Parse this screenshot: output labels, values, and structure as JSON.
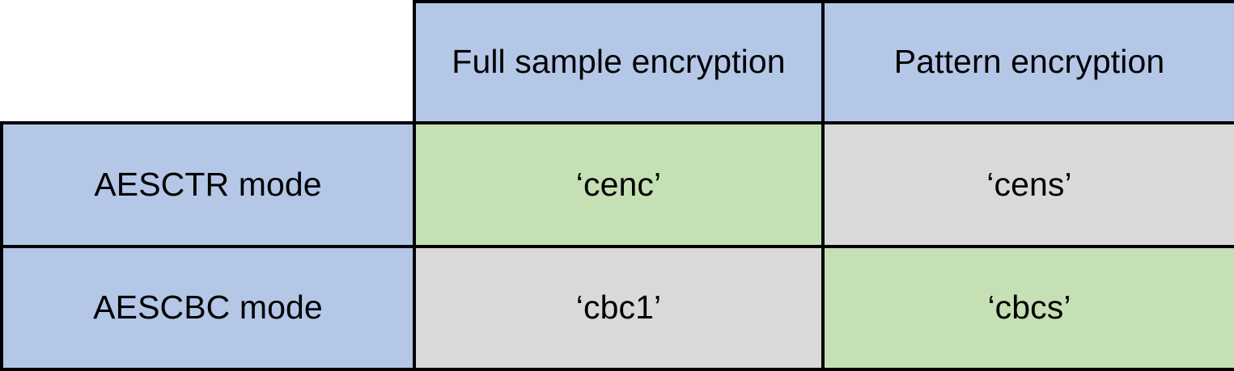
{
  "table": {
    "corner_label": "",
    "column_headers": [
      {
        "label": "Full sample encryption",
        "name": "full-sample-encryption"
      },
      {
        "label": "Pattern encryption",
        "name": "pattern-encryption"
      }
    ],
    "row_headers": [
      {
        "label": "AESCTR mode",
        "name": "aesctr-mode"
      },
      {
        "label": "AESCBC mode",
        "name": "aesctr-mode"
      }
    ],
    "rows": [
      {
        "header": "AESCTR mode",
        "cells": [
          {
            "value": "‘cenc’",
            "fill": "green"
          },
          {
            "value": "‘cens’",
            "fill": "grey"
          }
        ]
      },
      {
        "header": "AESCBC mode",
        "cells": [
          {
            "value": "‘cbc1’",
            "fill": "grey"
          },
          {
            "value": "‘cbcs’",
            "fill": "green"
          }
        ]
      }
    ]
  },
  "colors": {
    "header_blue": "#B4C7E7",
    "highlight_green": "#C5E0B4",
    "neutral_grey": "#D9D9D9",
    "border_black": "#000000",
    "background_white": "#FFFFFF"
  }
}
